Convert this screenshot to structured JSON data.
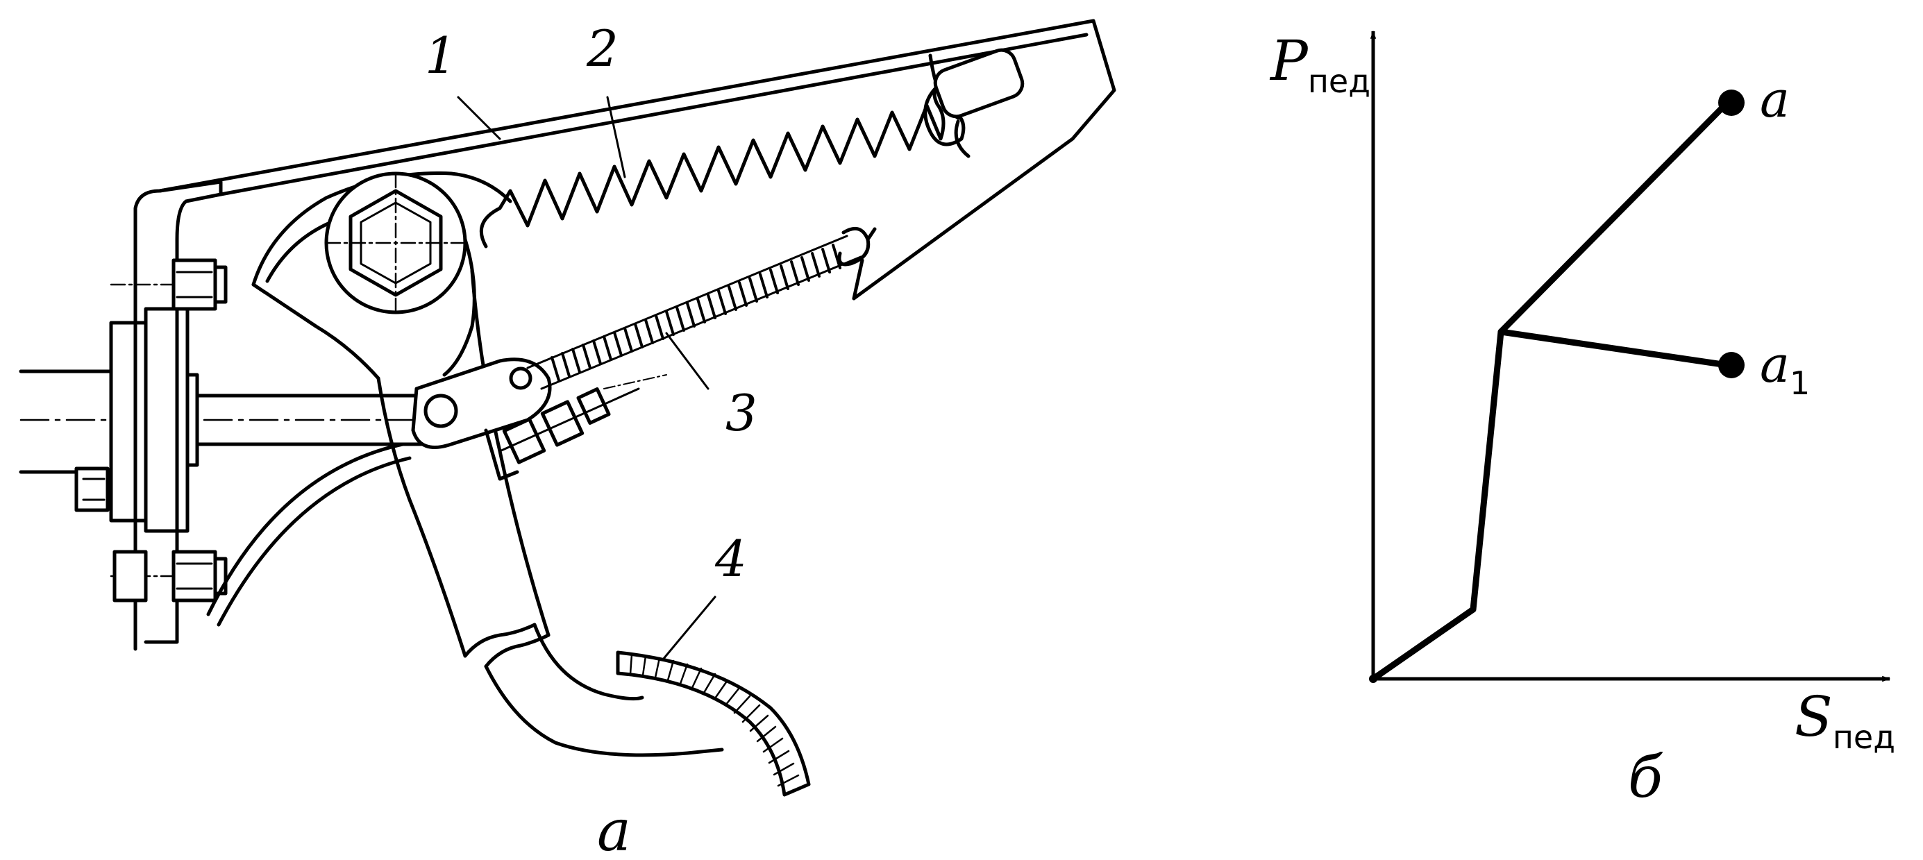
{
  "figure_a": {
    "caption": "а",
    "part_labels": [
      "1",
      "2",
      "3",
      "4"
    ]
  },
  "figure_b": {
    "caption": "б",
    "y_axis": {
      "symbol": "P",
      "subscript": "пед"
    },
    "x_axis": {
      "symbol": "S",
      "subscript": "пед"
    },
    "points": {
      "a": "a",
      "a1_base": "a",
      "a1_index": "1"
    }
  },
  "colors": {
    "ink": "#000000",
    "paper": "#ffffff"
  }
}
